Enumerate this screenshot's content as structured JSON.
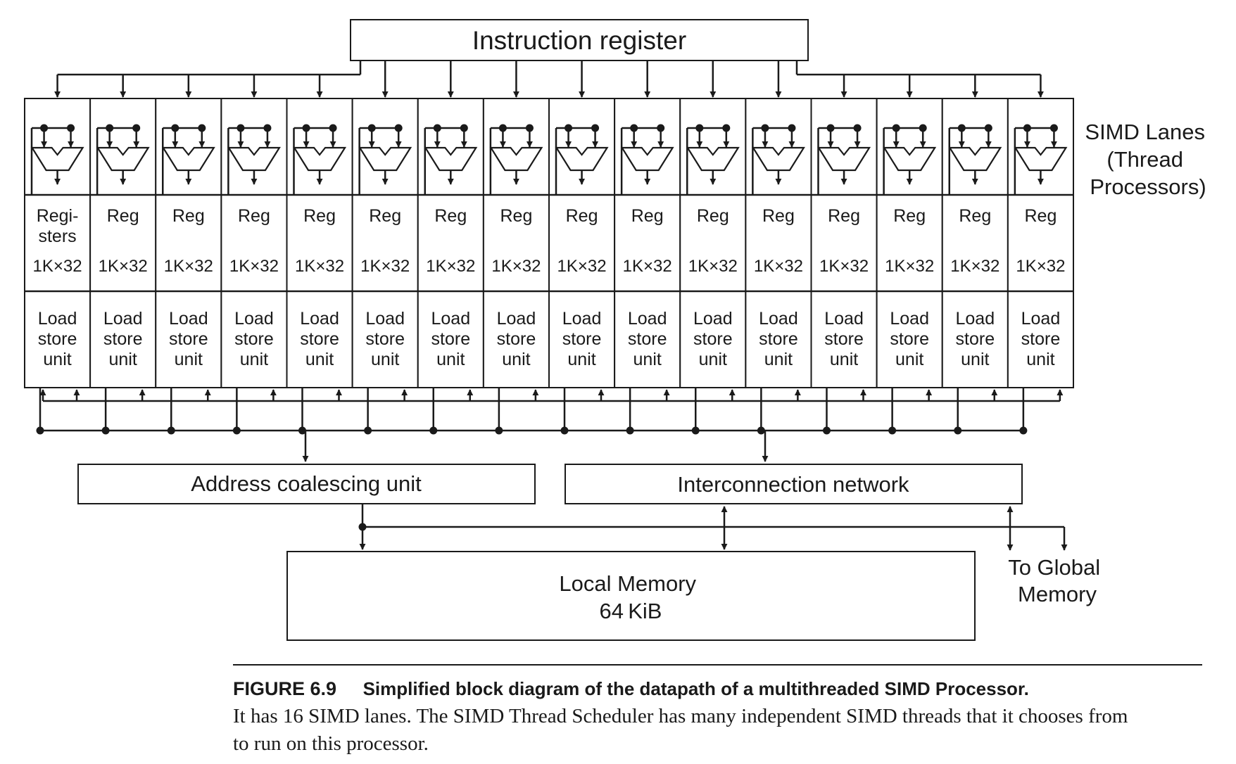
{
  "instruction_register": "Instruction register",
  "simd_lanes_label": [
    "SIMD Lanes",
    "(Thread",
    "Processors)"
  ],
  "lane_count": 16,
  "first_register_label": [
    "Regi-",
    "sters"
  ],
  "register_label": "Reg",
  "register_size": "1K×32",
  "load_store_label": [
    "Load",
    "store",
    "unit"
  ],
  "address_coalescing": "Address coalescing unit",
  "interconnection": "Interconnection network",
  "local_memory": [
    "Local Memory",
    "64 KiB"
  ],
  "to_global": [
    "To Global",
    "Memory"
  ],
  "caption": {
    "figure": "FIGURE 6.9",
    "title": "Simplified block diagram of the datapath of a multithreaded SIMD Processor.",
    "body": [
      "It has 16 SIMD lanes. The SIMD Thread Scheduler has many independent SIMD threads that it chooses from",
      "to run on this processor."
    ]
  }
}
